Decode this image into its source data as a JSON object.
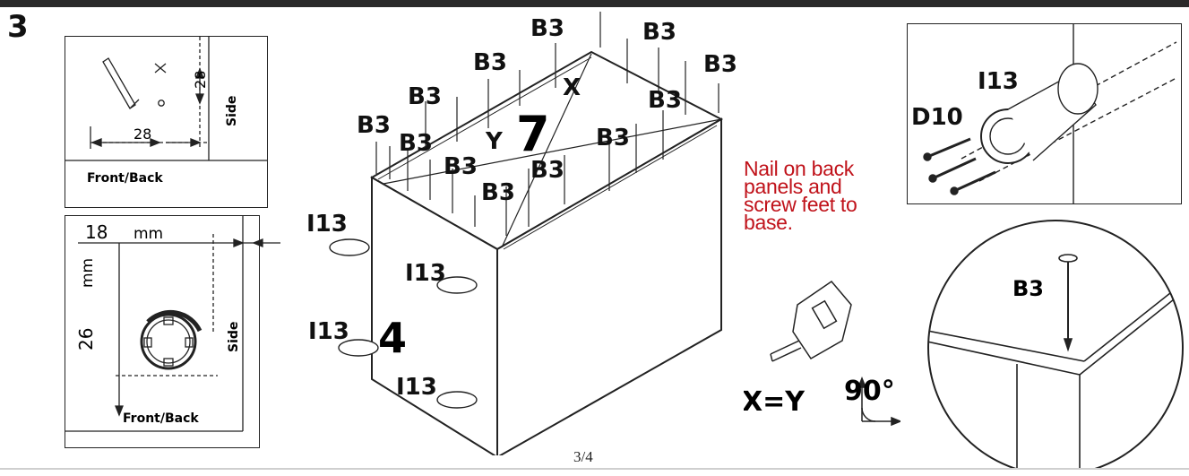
{
  "step_number": "3",
  "detail_top_left": {
    "dim_vertical": "28",
    "dim_horizontal": "28",
    "side_label": "Side",
    "front_back_label": "Front/Back"
  },
  "detail_bottom_left": {
    "dim_width": "18",
    "dim_width_unit": "mm",
    "dim_height": "26",
    "dim_height_unit": "mm",
    "side_label": "Side",
    "front_back_label": "Front/Back"
  },
  "main_drawing": {
    "nail_label": "B3",
    "foot_label": "I13",
    "panel_top_number": "7",
    "panel_side_number": "4",
    "diag_x_label": "X",
    "diag_y_label": "Y"
  },
  "instruction_note": "Nail on back panels and screw feet to base.",
  "tape_measure": {
    "equation": "X=Y",
    "angle": "90°"
  },
  "detail_foot_screw": {
    "foot_label": "I13",
    "screw_label": "D10"
  },
  "detail_nail_circle": {
    "nail_label": "B3"
  },
  "page_number": "3/4",
  "colors": {
    "note_red": "#c0121a",
    "line_dark": "#222222"
  }
}
